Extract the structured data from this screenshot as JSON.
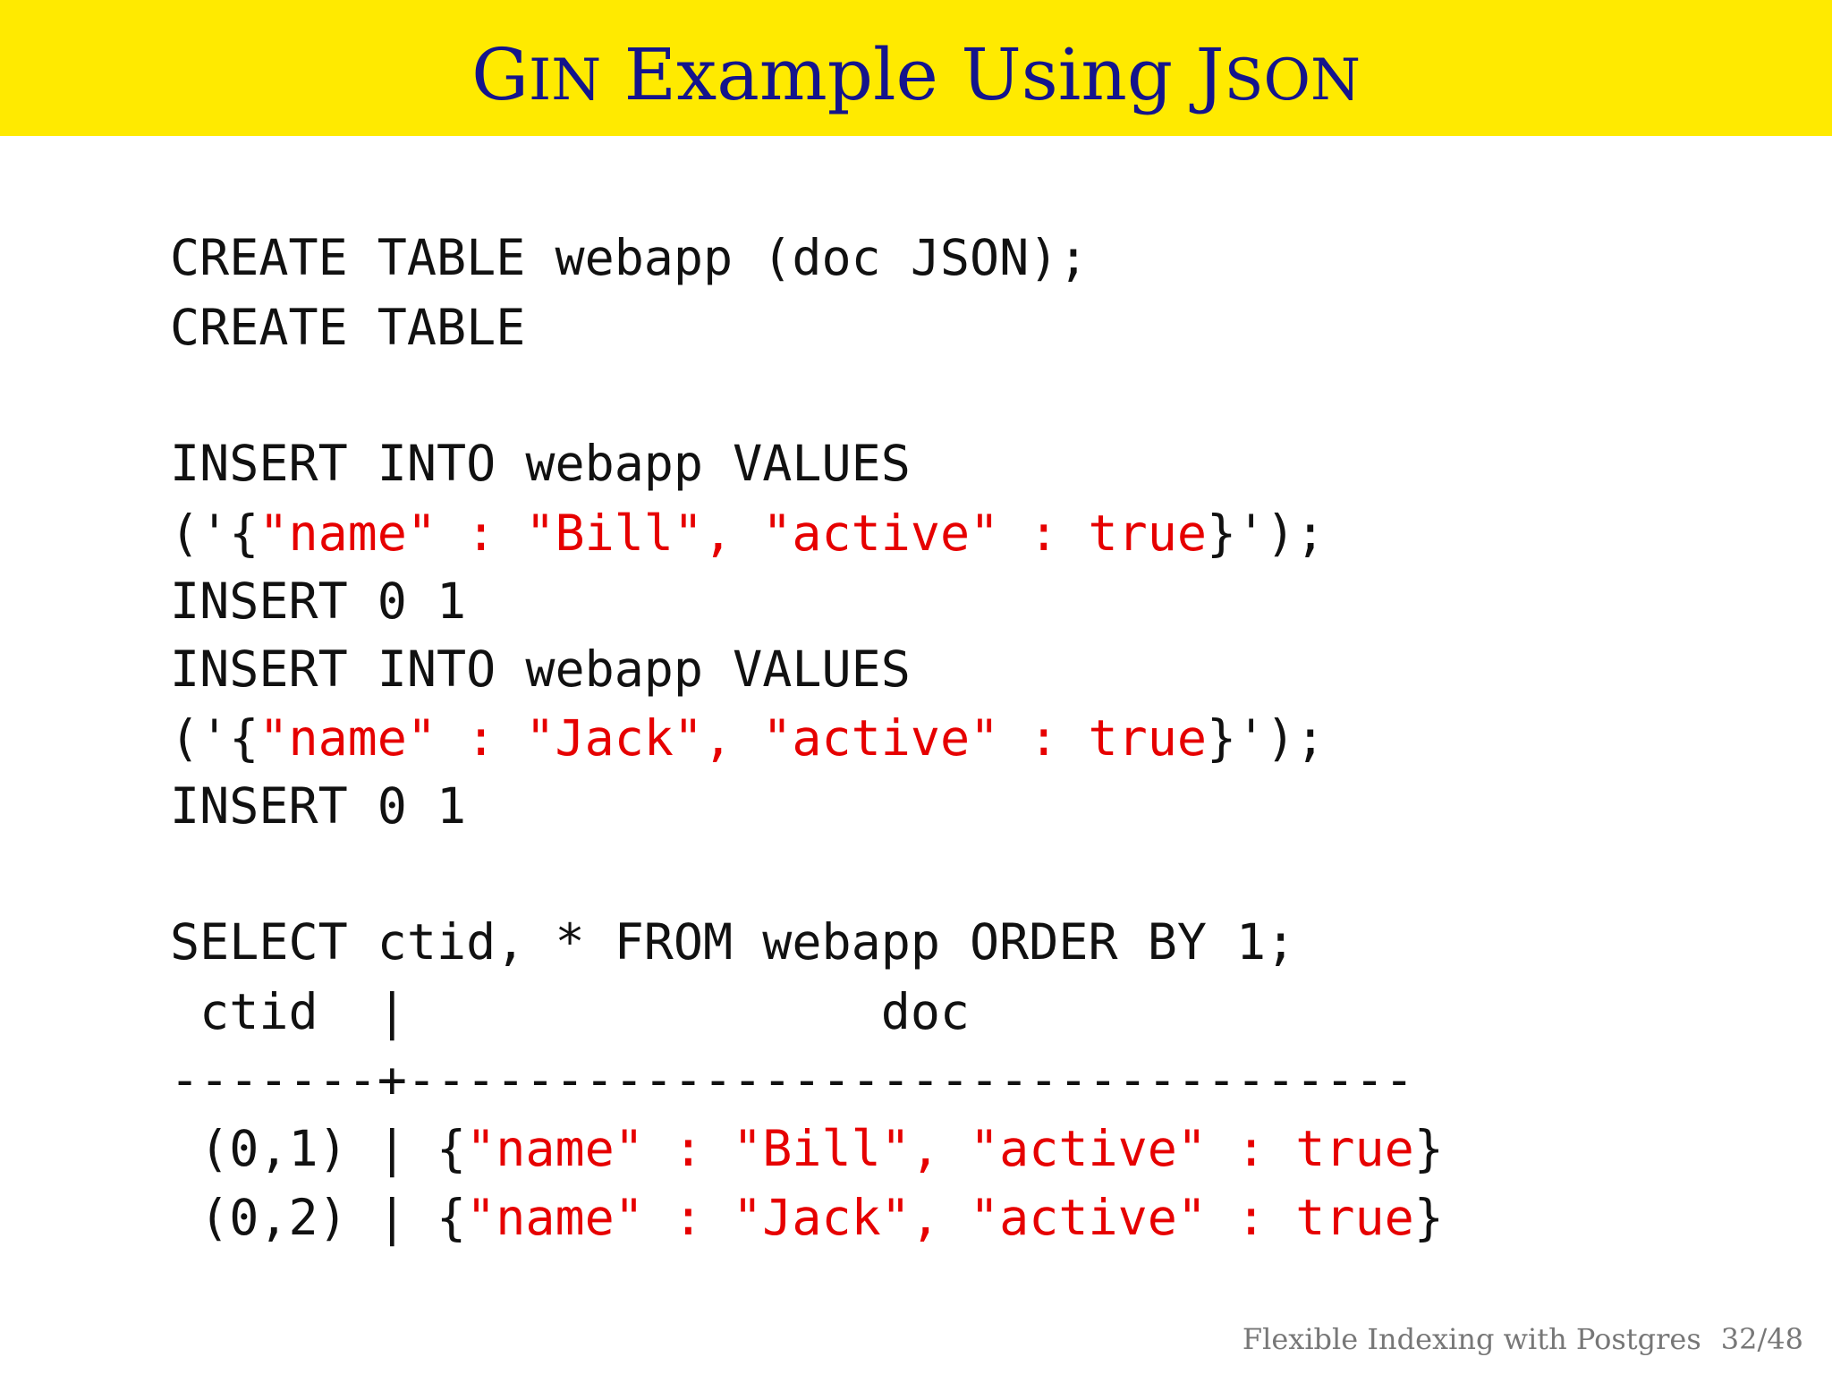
{
  "slide": {
    "title": {
      "cap1": "G",
      "small1": "IN",
      "mid": " Example Using ",
      "cap2": "J",
      "small2": "SON"
    },
    "code": {
      "l1": "CREATE TABLE webapp (doc JSON);",
      "l2": "CREATE TABLE",
      "l3": "INSERT INTO webapp VALUES",
      "l4": {
        "open": "('{",
        "json": "\"name\" : \"Bill\", \"active\" : true",
        "close": "}');"
      },
      "l5": "INSERT 0 1",
      "l6": "INSERT INTO webapp VALUES",
      "l7": {
        "open": "('{",
        "json": "\"name\" : \"Jack\", \"active\" : true",
        "close": "}');"
      },
      "l8": "INSERT 0 1",
      "l9": "SELECT ctid, * FROM webapp ORDER BY 1;",
      "header": " ctid  |                doc",
      "divider": "-------+----------------------------------",
      "rows": [
        {
          "ctid": " (0,1) | {",
          "json": "\"name\" : \"Bill\", \"active\" : true",
          "close": "}"
        },
        {
          "ctid": " (0,2) | {",
          "json": "\"name\" : \"Jack\", \"active\" : true",
          "close": "}"
        }
      ]
    },
    "footer": {
      "text": "Flexible Indexing with Postgres",
      "page": "32/48"
    },
    "colors": {
      "header_bg": "#ffea00",
      "title": "#14148c",
      "highlight": "#e60000"
    }
  }
}
